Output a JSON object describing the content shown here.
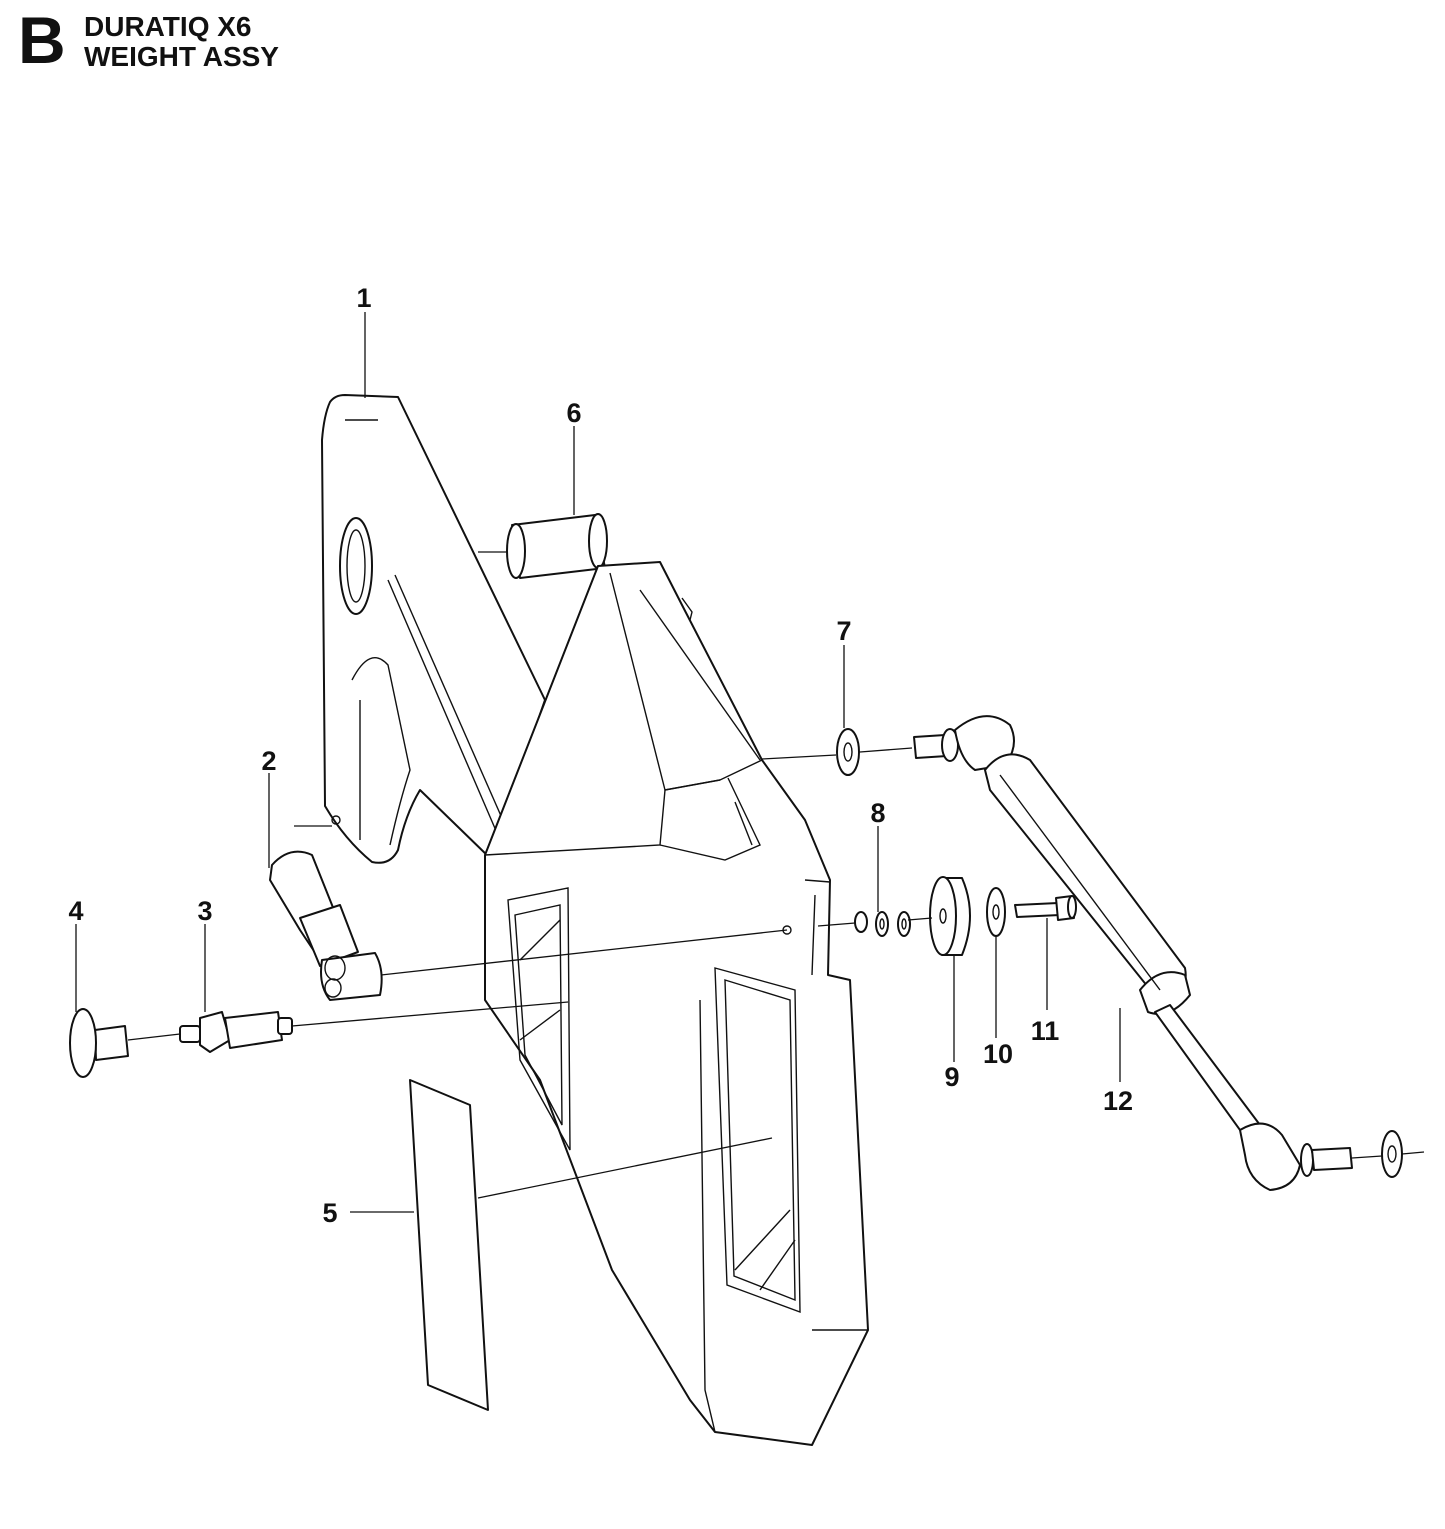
{
  "header": {
    "section_letter": "B",
    "title_line1": "DURATIQ X6",
    "title_line2": "WEIGHT ASSY"
  },
  "callouts": {
    "c1": "1",
    "c2": "2",
    "c3": "3",
    "c4": "4",
    "c5": "5",
    "c6": "6",
    "c7": "7",
    "c8": "8",
    "c9": "9",
    "c10": "10",
    "c11": "11",
    "c12": "12"
  }
}
